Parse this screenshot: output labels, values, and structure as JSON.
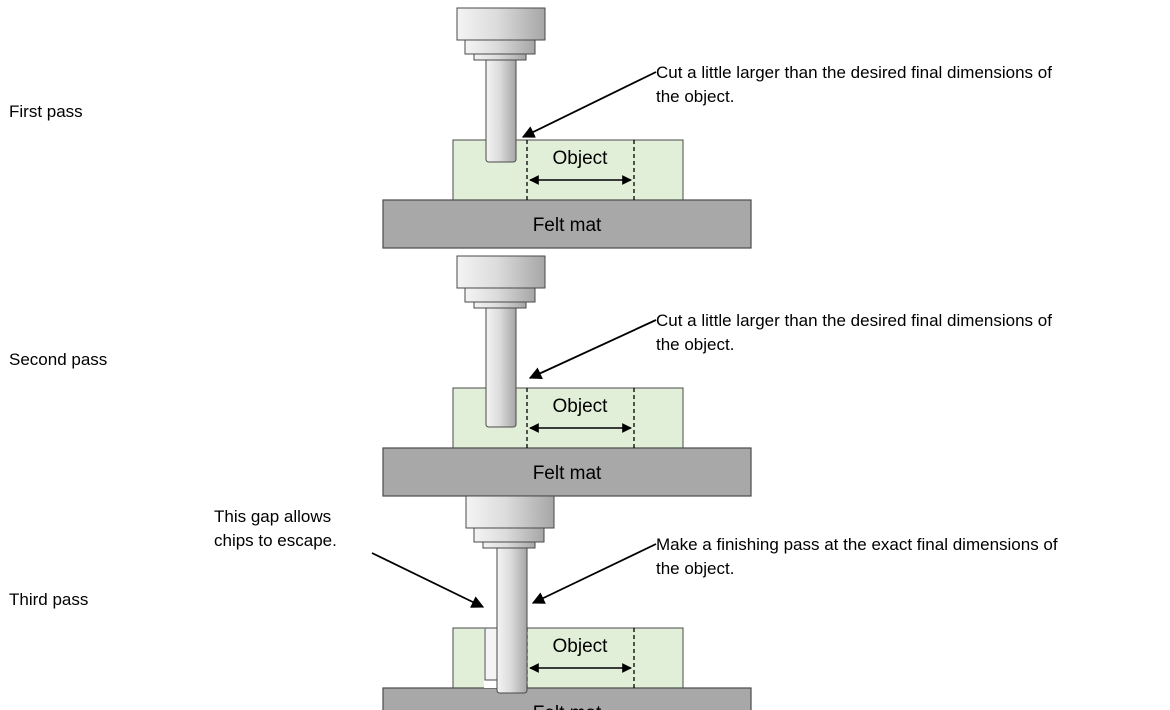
{
  "passes": [
    {
      "label": "First pass",
      "callout": [
        "Cut a little larger than the desired final dimensions of",
        "the object."
      ],
      "object_label": "Object",
      "mat_label": "Felt mat",
      "gap_note": null
    },
    {
      "label": "Second pass",
      "callout": [
        "Cut a little larger than the desired final dimensions of",
        "the object."
      ],
      "object_label": "Object",
      "mat_label": "Felt mat",
      "gap_note": null
    },
    {
      "label": "Third pass",
      "callout": [
        "Make a finishing pass at the exact final dimensions of",
        "the object."
      ],
      "object_label": "Object",
      "mat_label": "Felt mat",
      "gap_note": [
        "This gap allows",
        "chips to escape."
      ]
    }
  ],
  "colors": {
    "stock_fill": "#e1efd9",
    "mat_fill": "#a8a8a8",
    "tool_light": "#f4f4f4",
    "tool_dark": "#a6a6a6",
    "outline": "#4a4a4a",
    "line": "#000000"
  }
}
